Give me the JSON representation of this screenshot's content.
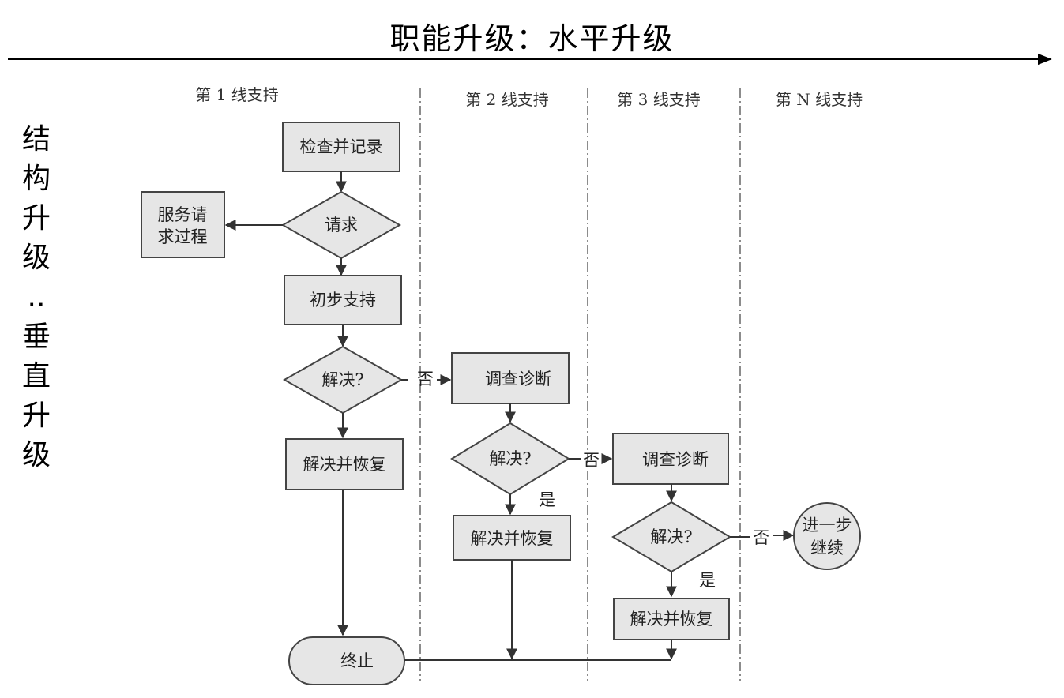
{
  "title": "职能升级：水平升级",
  "vertical_label": [
    "结",
    "构",
    "升",
    "级",
    "..",
    "垂",
    "直",
    "升",
    "级"
  ],
  "lanes": [
    "第 1 线支持",
    "第 2 线支持",
    "第 3 线支持",
    "第 N 线支持"
  ],
  "nodes": {
    "check_record": "检查并记录",
    "request": "请求",
    "service_req_1": "服务请",
    "service_req_2": "求过程",
    "initial_support": "初步支持",
    "resolved_1": "解决?",
    "resolve_restore_1": "解决并恢复",
    "investigate_2": "调查诊断",
    "resolved_2": "解决?",
    "resolve_restore_2": "解决并恢复",
    "investigate_3": "调查诊断",
    "resolved_3": "解决?",
    "resolve_restore_3": "解决并恢复",
    "further_1": "进一步",
    "further_2": "继续",
    "end": "终止"
  },
  "edge_labels": {
    "no_1": "否",
    "no_2": "否",
    "yes_2": "是",
    "no_3": "否",
    "yes_3": "是"
  }
}
